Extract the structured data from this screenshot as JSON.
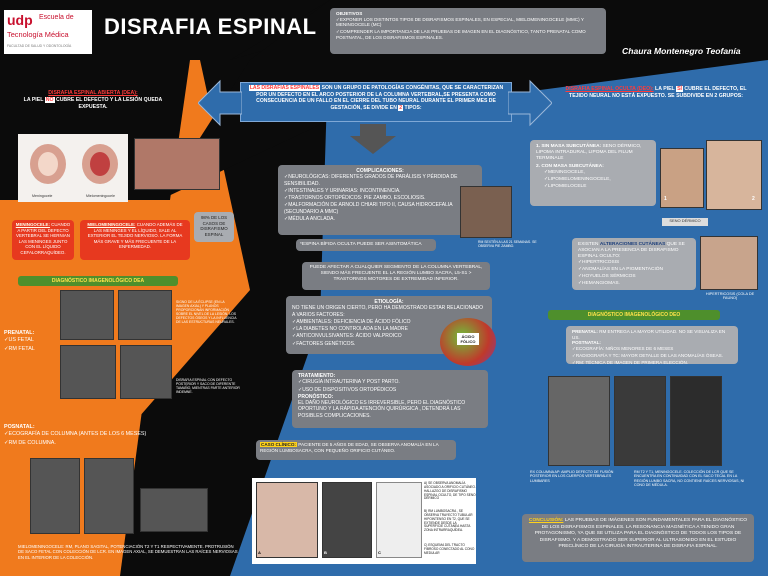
{
  "header": {
    "logo_brand": "udp",
    "logo_line1": "Escuela de",
    "logo_line2": "Tecnología Médica",
    "logo_sub": "FACULTAD DE SALUD Y ODONTOLOGÍA",
    "title": "DISRAFIA ESPINAL",
    "author": "Chaura Montenegro Teofanía"
  },
  "objectives": {
    "label": "OBJETIVOS",
    "items": [
      "EXPONER LOS DISTINTOS TIPOS DE DISRAFISMOS ESPINALES, EN ESPECIAL, MIELOMENINGOCELE (MMC) Y MENINGOCELE (MC)",
      "COMPRENDER LA IMPORTANCIA DE LAS PRUEBAS DE IMAGEN EN EL DIAGNÓSTICO, TANTO PRENATAL COMO POSTNATAL, DE LOS DISRAFISMOS ESPINALES."
    ]
  },
  "center_def": {
    "lead": "LAS DISRAFIAS ESPINALES",
    "text": " SON UN GRUPO DE PATOLOGÍAS CONGÉNITAS, QUE SE CARACTERIZAN POR UN DEFECTO EN EL ARCO POSTERIOR DE LA COLUMNA VERTEBRAL,SE PRESENTA COMO CONSECUENCIA DE UN FALLO EN EL CIERRE DEL TUBO NEURAL DURANTE EL PRIMER MES DE GESTACIÓN, SE DIVIDE EN ",
    "num": "2",
    "tail": " TIPOS:"
  },
  "open": {
    "title": "DISRAFIA ESPINAL ABIERTA (DEA):",
    "t1": "LA PIEL ",
    "no": "NO",
    "t2": " CUBRE EL DEFECTO Y LA LESIÓN QUEDA EXPUESTA.",
    "img_lbl1": "Meningocele",
    "img_lbl2": "Mielomeningocele"
  },
  "menin": {
    "name": "MENINGOCELE:",
    "text": " CUANDO A PARTIR DEL DEFECTO VERTEBRAL SE HERNIAN LAS MENINGES JUNTO CON EL LÍQUIDO CEFALORRAQUÍDEO."
  },
  "mielo": {
    "name": "MIELOMENINGOCELE:",
    "text": " CUANDO ADEMÁS DE LAS MENINGES Y EL LÍQUIDO, SALE AL EXTERIOR EL TEJIDO NERVIOSO. LA FORMA MÁS GRAVE Y MÁS FRECUENTE DE LA ENFERMEDAD."
  },
  "pct": "98% DE LOS CASOS DE DISRAFISMO ESPINAL",
  "dea_dx": {
    "title": "DIAGNÓSTICO IMAGENOLÓGICO DEA",
    "us_caption": "SIGNO DE LA ÉCLIPSE (EN LA IMAGEN AXIAL) Y PLANOS PROPORCIONAN INFORMACIÓN SOBRE EL NIVEL DE LA LESIÓN, LOS DEFECTOS ÓSEOS Y LA INFLUENCIA DE LAS ESTRUCTURAS NEURALES.",
    "rm_caption": "DISRAFIA ESPINAL CON DEFECTO POSTERIOR Y SACO DE DIFERENTE TAMAÑO, MIENTRAS PARTE ANTERIOR INDEMNE.",
    "prenatal_label": "PRENATAL:",
    "prenatal_items": [
      "US FETAL",
      "RM FETAL"
    ],
    "postnatal_label": "POSNATAL:",
    "postnatal_items": [
      "ECOGRAFÍA DE COLUMNA (ANTES DE LOS 6 MESES)",
      "RM DE COLUMNA."
    ],
    "bottom_caption": "MIELOMENINGOCELE: RM, PLANO SAGITAL, POTENCIACIÓN T2 Y T1 RESPECTIVAMENTE. PROTRUSIÓN DE SACO FETAL CON COLECCIÓN DE LCR. EN IMAGEN AXIAL, SE DEMUESTRAN LAS RAÍCES NERVIOSAS EN EL INTERIOR DE LA COLECCIÓN."
  },
  "complications": {
    "title": "COMPLICACIONES:",
    "items": [
      "NEUROLÓGICAS: DIFERENTES GRADOS DE PARÁLISIS Y PÉRDIDA DE SENSIBILIDAD.",
      "INTESTINALES Y URINARIAS: INCONTINENCIA.",
      "TRASTORNOS ORTOPÉDICOS: PIE ZAMBO, ESCOLIOSIS.",
      "MALFORMACIÓN DE ARNOLD CHIARI TIPO II, CAUSA HIDROCEFALIA (SECUNDARIO A MMC)",
      "MÉDULA ANCLADA."
    ],
    "caption": "RM SEXTÉN A LAS 21 SEMANAS. SE OBSERVA PIE ZAMBO."
  },
  "asympt": "*ESPINA BÍFIDA OCULTA PUEDE SER ASINTOMÁTICA",
  "segment": "PUEDE AFECTAR A CUALQUIER SEGMENTO DE LA COLUMNA VERTEBRAL, SIENDO MÁS FRECUENTE EL LA REGIÓN LUMBO SACRA, L5-S1 > TRASTORNOS MOTORES DE EXTREMIDAD INFERIOR.",
  "etiology": {
    "title": "ETIOLOGÍA:",
    "intro": "NO TIENE UN ORIGEN CIERTO, PERO HA DEMOSTRADO ESTAR RELACIONADO A VARIOS FACTORES:",
    "items": [
      "AMBIENTALES: DEFICIENCIA DE ÁCIDO FÓLICO",
      "LA DIABETES NO CONTROLADA EN LA MADRE",
      "ANTICONVULSIVANTES: ÁCIDO VALPROICO",
      "FACTORES GENÉTICOS."
    ],
    "folic_label": "ÁCIDO FÓLICO"
  },
  "treatment": {
    "title": "TRATAMIENTO:",
    "items": [
      "CIRUGÍA INTRAUTERINA Y POST PARTO.",
      "USO DE DISPOSITIVOS ORTOPÉDICOS"
    ],
    "prog_title": "PRONÓSTICO:",
    "prog_text": "EL DAÑO NEUROLÓGICO ES IRREVERSIBLE, PERO EL DIAGNÓSTICO OPORTUNO Y LA RÁPIDA ATENCIÓN QUIRÚRGICA , DETENDRÁ LAS POSIBLES COMPLICACIONES."
  },
  "clinical": {
    "label": "CASO CLÍNICO:",
    "text": " PACIENTE DE 5 AÑOS DE EDAD, SE OBSERVA ANOMALÍA EN LA REGIÓN LUMBOSACRA, CON PEQUEÑO ORIFICIO CUTÁNEO.",
    "cap1": "A) SE OBSERVA ANOMALÍA ASOCIADO A ORIFICIO CUTÁNEO. HALLAZGO DE DISRAFISMO ESPINAL OCULTO, DE TIPO SENO DÉRMICO",
    "cap2": "B) RM LUMBOSACRA , SE OBSERVA TRAYECTO TUBULAR HIPOINTENSO EN T2, QUE SE EXTIENDE DESDE LA SUPERFICIE CUTÁNEA HASTA ZONA INTRARRAQUÍDEA.",
    "cap3": "C) ESQUEMA DEL TRACTO FIBROSO CONECTADO AL CONO MEDULAR",
    "a": "A",
    "bl": "B",
    "c": "C"
  },
  "closed": {
    "title": "DISRAFIA ESPINAL OCULTA (DEO):",
    "t1": " LA PIEL ",
    "si": "SÍ",
    "t2": " CUBRE EL DEFECTO, EL TEJIDO NEURAL NO ESTÁ EXPUESTO. SE SUBDIVIDE EN 2 GRUPOS:",
    "g1": "SIN MASA SUBCUTÁNEA:",
    "g1t": " SENO DÉRMICO, LIPOMA INTRADURAL, LIPOMA DEL FILUM TERMINALE",
    "g2": "CON MASA SUBCUTÁNEA:",
    "g2items": [
      "MENINGOCELE,",
      "LIPOMIELOMENINGOCELE,",
      "LIPOMIELOCELE"
    ],
    "img1_lbl": "SENO DÉRMICO",
    "img1_num": "1",
    "img2_num": "2"
  },
  "cutaneous": {
    "t1": "EXISTEN ",
    "bold": "ALTERACIONES CUTÁNEAS",
    "t2": " QUE SE ASOCIAN A LA PRESENCIA DE DISRAFISMO ESPINAL OCULTO:",
    "items": [
      "HIPERTRICOSIS",
      "ANOMALÍAS EN LA PIGMENTACIÓN",
      "HOYUELOS SÉRMICOS",
      "HEMANGIOMAS."
    ],
    "img_lbl": "HIPERTRICOSIS (COLA DE FAUNO)"
  },
  "deo_dx": {
    "title": "DIAGNÓSTICO IMAGENOLÓGICO DEO",
    "prenatal_b": "PRENATAL:",
    "prenatal_t": " RM ENTREGA LA MAYOR UTILIDAD. NO SE VISUALIZA EN US.",
    "postnatal_b": "POSTNATAL:",
    "items": [
      "ECOGRAFÍA: NIÑOS MENORES DE 6 MESES",
      "RADIOGRAFÍA Y TC: MAYOR DETALLE DE LAS ANOMALÍAS ÓSEAS.",
      "RM: TÉCNICA DE IMAGEN DE PRIMERA ELECCIÓN."
    ],
    "xray_caption": "RX COLUMNA AP: AMPLIO DEFECTO DE FUSIÓN POSTERIOR EN LOS CUERPOS VERTEBRALES LUMBARES",
    "mri_caption": "RM T2 Y T1, MENINGOCELE. COLECCIÓN DE LCR QUE SE ENCUENTRA EN CONTINUIDAD CON EL SACO TECAL EN LA REGIÓN LUMBO SACRA, NO CONTIENE RAÍCES NERVIOSAS, NI CONO DE MÉDULA."
  },
  "conclusion": {
    "label": "CONCLUSIÓN:",
    "text": " LAS PRUEBAS DE IMÁGENES SON FUNDAMENTALES PARA EL DIAGNÓSTICO DE LOS DISRAFISMOS ESPINALES. LA RESONANCIA MAGNÉTICA A TENIDO GRAN PROTAGONISMO, YA QUE SE UTILIZA PARA EL DIAGNÓSTICO DE TODOS LOS TIPOS DE DISRAFISMO. Y A DEMOSTRADO SER SUPERIOR AL ULTRASONIDO EN EL ESTUDIO PRECLÍNICO DE LA CIRUGÍA INTRAUTERINA DE DISRAFIA ESPINAL."
  },
  "colors": {
    "blue": "#2f6cab",
    "orange": "#f07a1d",
    "black": "#0b0b0b",
    "red": "#e02020",
    "yellow": "#ffd21a"
  }
}
